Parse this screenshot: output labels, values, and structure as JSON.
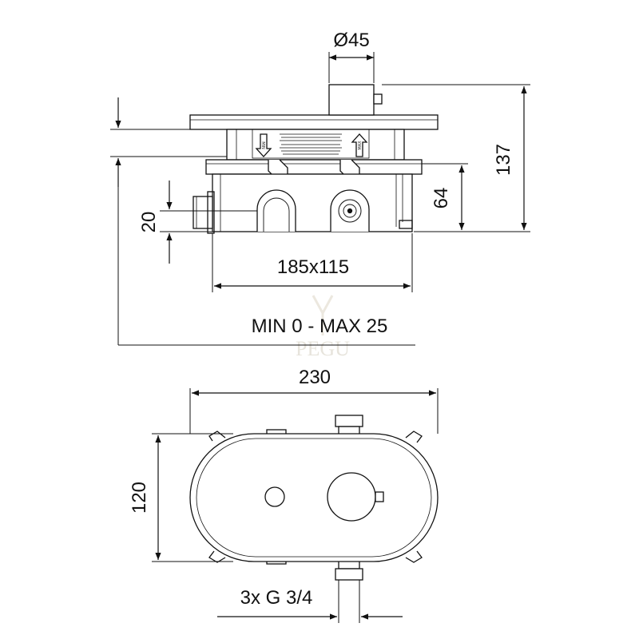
{
  "dimensions": {
    "diameter": "Ø45",
    "height_total": "137",
    "height_box": "64",
    "offset": "20",
    "box_size": "185x115",
    "depth_range": "MIN 0 - MAX 25",
    "plate_width": "230",
    "plate_height": "120",
    "connections": "3x G 3/4"
  },
  "labels": {
    "min": "MIN",
    "max": "MAX"
  },
  "watermark": {
    "text": "PEGU"
  },
  "colors": {
    "line": "#111111",
    "watermark": "#e7e4dc"
  }
}
